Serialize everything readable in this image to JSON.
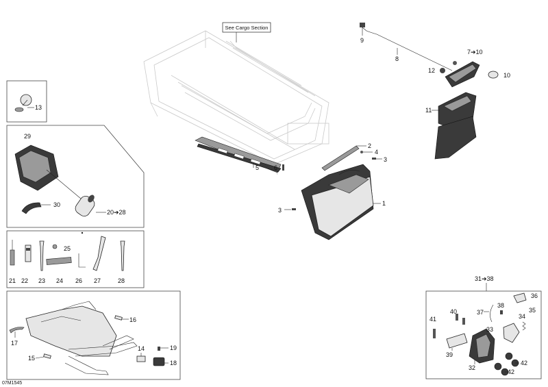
{
  "figure_code": "07M1545",
  "reference_note": "See Cargo Section",
  "callouts": {
    "c1": "1",
    "c2": "2",
    "c3a": "3",
    "c3b": "3",
    "c4": "4",
    "c5": "5",
    "c6": "6",
    "c7_10": "7➔10",
    "c8": "8",
    "c9": "9",
    "c10": "10",
    "c11": "11",
    "c12": "12",
    "c13": "13",
    "c14": "14",
    "c15": "15",
    "c16": "16",
    "c17": "17",
    "c18": "18",
    "c19": "19",
    "c20_28": "20➔28",
    "c21": "21",
    "c22": "22",
    "c23": "23",
    "c24": "24",
    "c25": "25",
    "c26": "26",
    "c27": "27",
    "c28": "28",
    "c29": "29",
    "c30": "30",
    "c31_38": "31➔38",
    "c32": "32",
    "c33": "33",
    "c34": "34",
    "c35": "35",
    "c36": "36",
    "c37": "37",
    "c38": "38",
    "c39": "39",
    "c40": "40",
    "c41": "41",
    "c42a": "42",
    "c42b": "42"
  },
  "colors": {
    "line": "#222222",
    "part_fill": "#e6e6e6",
    "dark_part": "#3a3a3a",
    "ghost": "#c9c9c9"
  }
}
